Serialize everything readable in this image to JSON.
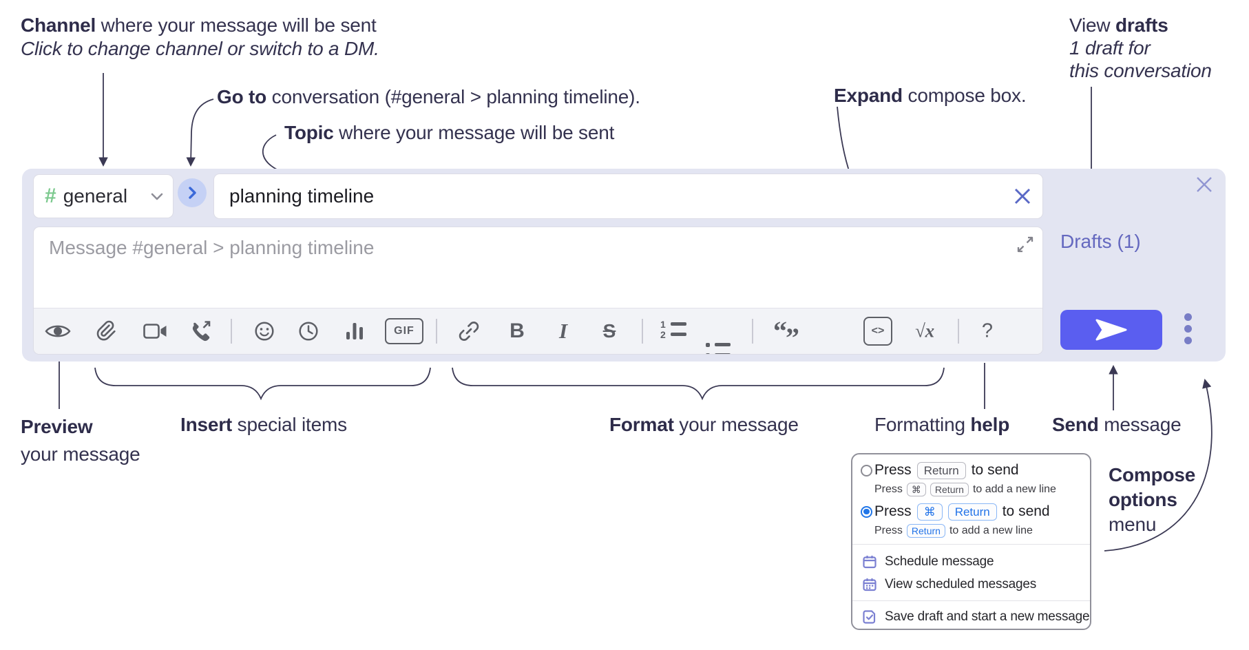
{
  "annotations": {
    "channel": {
      "bold": "Channel",
      "rest": " where your message will be sent",
      "sub": "Click to change channel or switch to a DM."
    },
    "go_to": {
      "bold": "Go to",
      "rest": " conversation (#general > planning timeline)."
    },
    "topic": {
      "bold": "Topic",
      "rest": " where your message will be sent"
    },
    "expand": {
      "bold": "Expand",
      "rest": " compose box."
    },
    "view_drafts": {
      "pre": "View ",
      "bold": "drafts",
      "line2": "1 draft for",
      "line3": "this conversation"
    },
    "preview": {
      "bold": "Preview",
      "line2": "your message"
    },
    "insert": {
      "bold": "Insert",
      "rest": " special items"
    },
    "format": {
      "bold": "Format",
      "rest": " your message"
    },
    "formatting_help": {
      "pre": "Formatting ",
      "bold": "help"
    },
    "send_message": {
      "bold": "Send",
      "rest": " message"
    },
    "compose_options": {
      "bold1": "Compose",
      "bold2": "options",
      "line3": "menu"
    }
  },
  "compose": {
    "channel": {
      "hash": "#",
      "name": "general"
    },
    "topic_value": "planning timeline",
    "message_placeholder": "Message #general > planning timeline",
    "drafts_link": "Drafts (1)",
    "toolbar_glyphs": {
      "gif": "GIF",
      "bold": "B",
      "italic": "I",
      "strike": "S",
      "num1": "1",
      "num2": "2",
      "quote_open": "“",
      "quote_close": "”",
      "code": "<>",
      "math": "√x",
      "help": "?"
    }
  },
  "popup": {
    "options": [
      {
        "press": "Press",
        "keys": [
          "Return"
        ],
        "suffix": "to send",
        "sub_press": "Press",
        "sub_keys": [
          "⌘",
          "Return"
        ],
        "sub_suffix": "to add a new line",
        "selected": false
      },
      {
        "press": "Press",
        "keys": [
          "⌘",
          "Return"
        ],
        "suffix": "to send",
        "sub_press": "Press",
        "sub_keys": [
          "Return"
        ],
        "sub_suffix": "to add a new line",
        "selected": true
      }
    ],
    "menu_items": [
      "Schedule message",
      "View scheduled messages",
      "Save draft and start a new message"
    ]
  },
  "colors": {
    "compose_bg": "#e3e5f2",
    "send_accent": "#5a5ef0",
    "drafts_purple": "#6468bf",
    "hash_green": "#7cc98e",
    "key_blue": "#2273e8",
    "annotation_ink": "#34324f"
  }
}
